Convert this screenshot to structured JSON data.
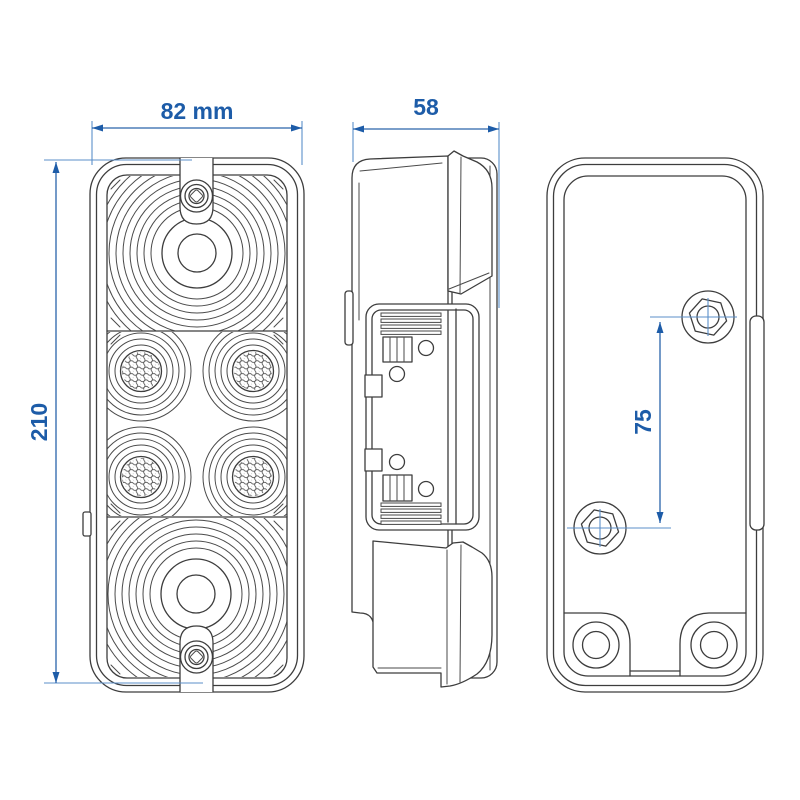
{
  "drawing": {
    "kind": "technical-drawing, trailer rear lamp, three orthographic views",
    "dimensions": {
      "front_width": "82 mm",
      "side_depth": "58",
      "front_height": "210",
      "back_hole_spacing": "75"
    },
    "colors": {
      "dimension_blue": "#1d5ca8",
      "line_dark": "#3d3d3d",
      "background": "#ffffff"
    }
  }
}
